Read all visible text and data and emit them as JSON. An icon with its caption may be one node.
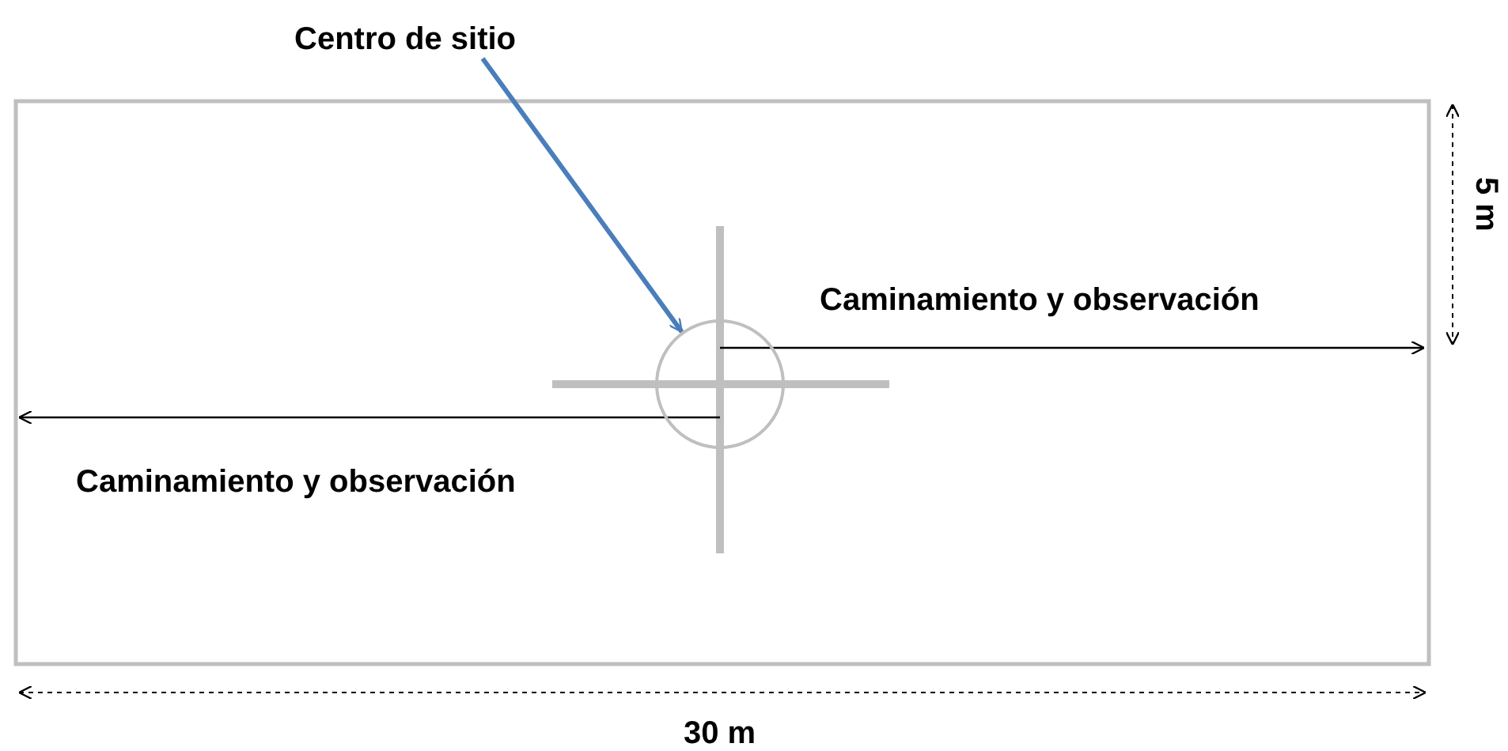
{
  "diagram": {
    "nodes": [
      {
        "text": [
          "Centro de sitio"
        ]
      },
      {
        "text": [],
        "shape": "circle"
      }
    ],
    "edges": [
      {
        "from": 0,
        "to": 1,
        "arrow": "to",
        "color": "#4a7ebb"
      }
    ],
    "labels": [
      "Caminamiento y observación",
      "Caminamiento y observación",
      "5 m",
      "30 m"
    ]
  }
}
